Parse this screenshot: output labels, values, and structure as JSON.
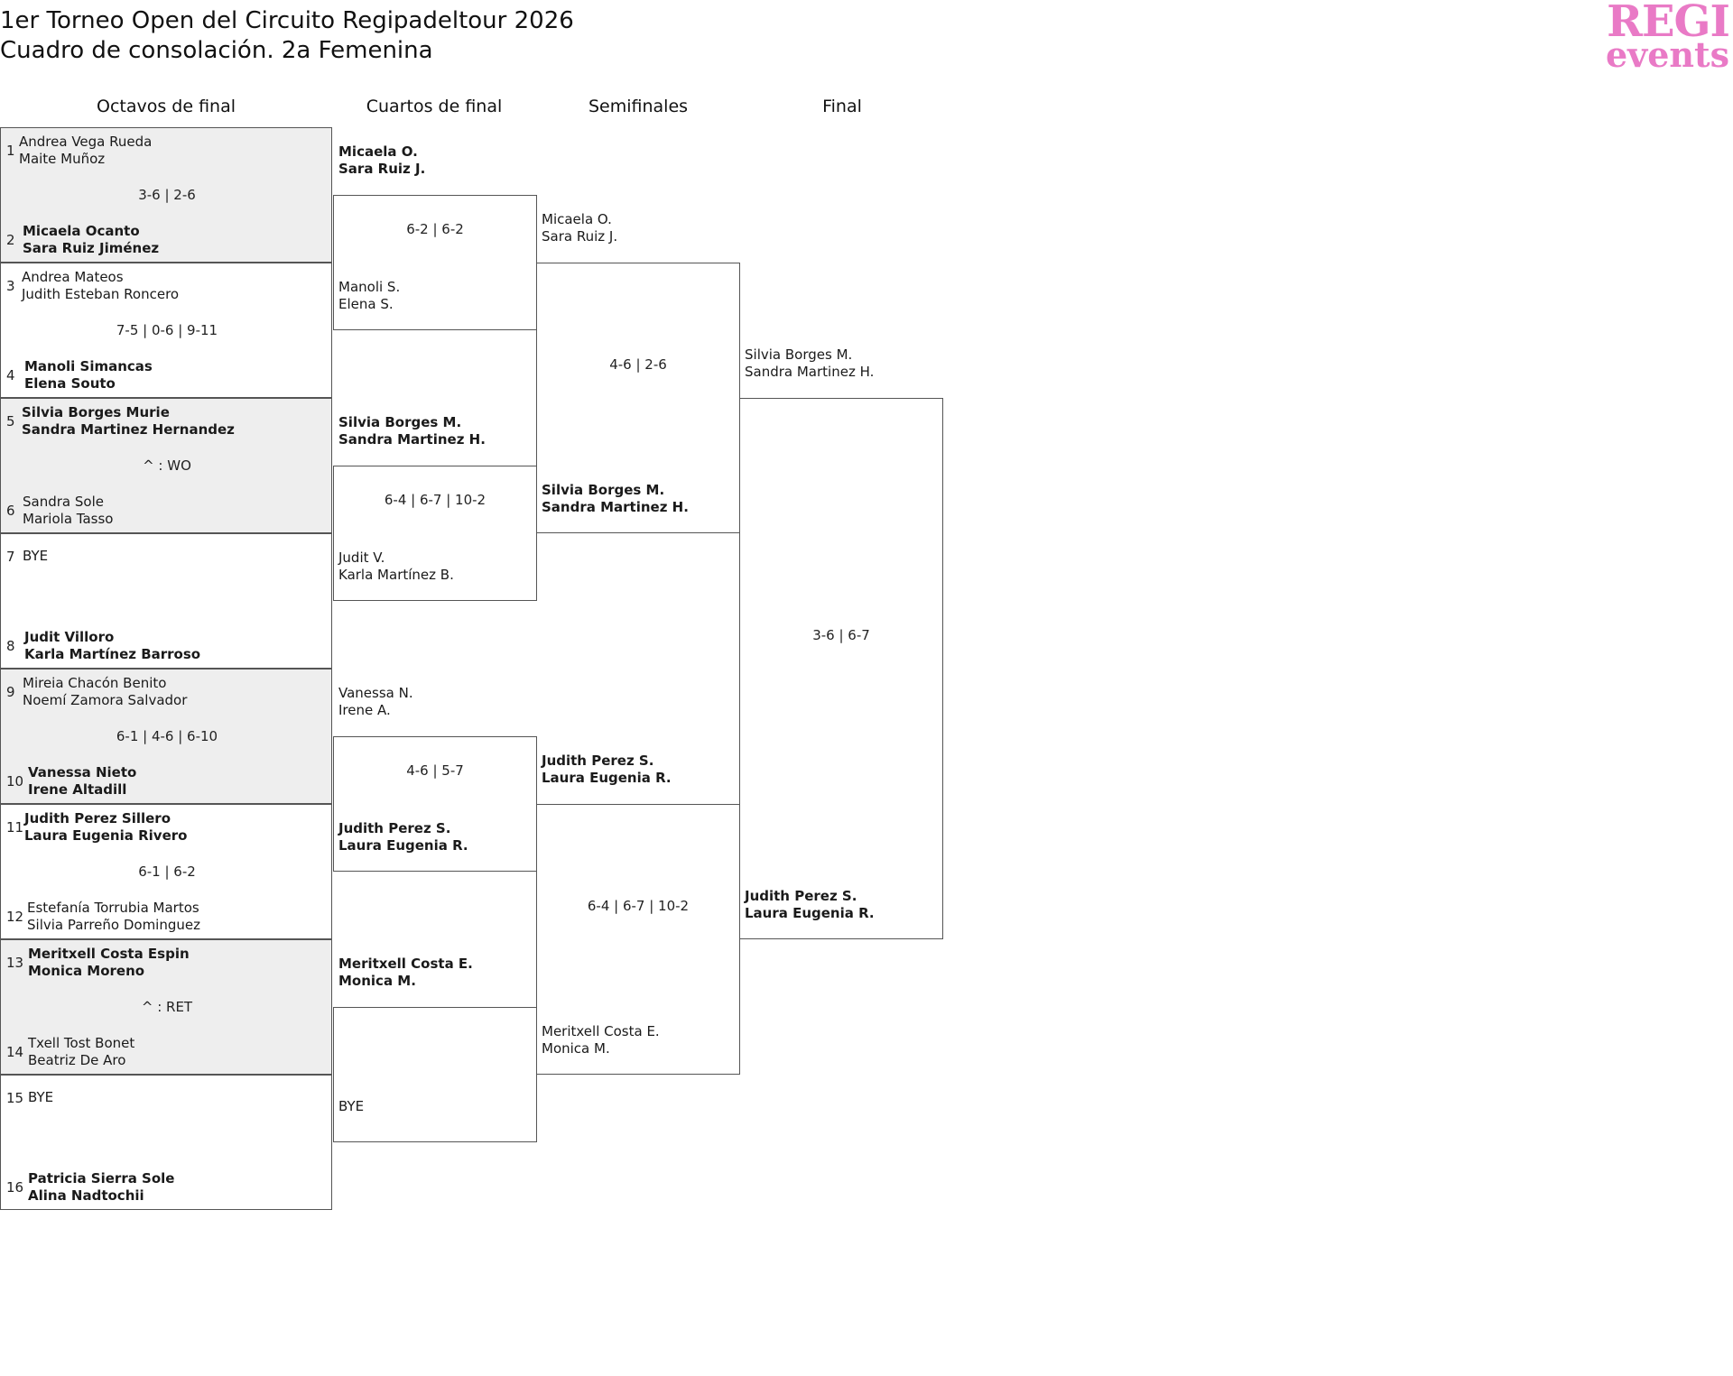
{
  "header": {
    "title": "1er Torneo Open del Circuito Regipadeltour 2026",
    "subtitle": "Cuadro de consolación. 2a Femenina"
  },
  "logo": {
    "line1": "REGI",
    "line2": "events",
    "color": "#e97ac6"
  },
  "rounds": [
    "Octavos de final",
    "Cuartos de final",
    "Semifinales",
    "Final"
  ],
  "r16": [
    {
      "top": {
        "seed": "1",
        "p1": "Andrea Vega Rueda",
        "p2": "Maite Muñoz"
      },
      "score": "3-6 | 2-6",
      "bottom": {
        "seed": "2",
        "p1": "Micaela Ocanto",
        "p2": "Sara Ruiz Jiménez"
      }
    },
    {
      "top": {
        "seed": "3",
        "p1": "Andrea Mateos",
        "p2": "Judith Esteban Roncero"
      },
      "score": "7-5 | 0-6 | 9-11",
      "bottom": {
        "seed": "4",
        "p1": "Manoli Simancas",
        "p2": "Elena Souto"
      }
    },
    {
      "top": {
        "seed": "5",
        "p1": "Silvia Borges Murie",
        "p2": "Sandra Martinez Hernandez"
      },
      "score": "^ : WO",
      "bottom": {
        "seed": "6",
        "p1": "Sandra Sole",
        "p2": "Mariola Tasso"
      }
    },
    {
      "top": {
        "seed": "7",
        "p1": "BYE",
        "p2": ""
      },
      "score": "",
      "bottom": {
        "seed": "8",
        "p1": "Judit Villoro",
        "p2": "Karla Martínez Barroso"
      }
    },
    {
      "top": {
        "seed": "9",
        "p1": "Mireia Chacón Benito",
        "p2": "Noemí Zamora Salvador"
      },
      "score": "6-1 | 4-6 | 6-10",
      "bottom": {
        "seed": "10",
        "p1": "Vanessa Nieto",
        "p2": "Irene Altadill"
      }
    },
    {
      "top": {
        "seed": "11",
        "p1": "Judith Perez Sillero",
        "p2": "Laura Eugenia Rivero"
      },
      "score": "6-1 | 6-2",
      "bottom": {
        "seed": "12",
        "p1": "Estefanía Torrubia Martos",
        "p2": "Silvia Parreño Dominguez"
      }
    },
    {
      "top": {
        "seed": "13",
        "p1": "Meritxell Costa Espin",
        "p2": "Monica Moreno"
      },
      "score": "^ : RET",
      "bottom": {
        "seed": "14",
        "p1": "Txell Tost Bonet",
        "p2": "Beatriz De Aro"
      }
    },
    {
      "top": {
        "seed": "15",
        "p1": "BYE",
        "p2": ""
      },
      "score": "",
      "bottom": {
        "seed": "16",
        "p1": "Patricia Sierra Sole",
        "p2": "Alina Nadtochii"
      }
    }
  ],
  "qf": [
    {
      "top": {
        "p1": "Micaela O.",
        "p2": "Sara Ruiz J."
      },
      "score": "6-2 | 6-2",
      "bottom": {
        "p1": "Manoli S.",
        "p2": "Elena S."
      }
    },
    {
      "top": {
        "p1": "Silvia Borges M.",
        "p2": "Sandra Martinez H."
      },
      "score": "6-4 | 6-7 | 10-2",
      "bottom": {
        "p1": "Judit V.",
        "p2": "Karla Martínez B."
      }
    },
    {
      "top": {
        "p1": "Vanessa N.",
        "p2": "Irene A."
      },
      "score": "4-6 | 5-7",
      "bottom": {
        "p1": "Judith Perez S.",
        "p2": "Laura Eugenia R."
      }
    },
    {
      "top": {
        "p1": "Meritxell Costa E.",
        "p2": "Monica M."
      },
      "score": "",
      "bottom": {
        "p1": "BYE",
        "p2": ""
      }
    }
  ],
  "sf": [
    {
      "top": {
        "p1": "Micaela O.",
        "p2": "Sara Ruiz J."
      },
      "score": "4-6 | 2-6",
      "bottom": {
        "p1": "Silvia Borges M.",
        "p2": "Sandra Martinez H."
      }
    },
    {
      "top": {
        "p1": "Judith Perez S.",
        "p2": "Laura Eugenia R."
      },
      "score": "6-4 | 6-7 | 10-2",
      "bottom": {
        "p1": "Meritxell Costa E.",
        "p2": "Monica M."
      }
    }
  ],
  "final": {
    "top": {
      "p1": "Silvia Borges M.",
      "p2": "Sandra Martinez H."
    },
    "score": "3-6 | 6-7",
    "bottom": {
      "p1": "Judith Perez S.",
      "p2": "Laura Eugenia R."
    }
  }
}
